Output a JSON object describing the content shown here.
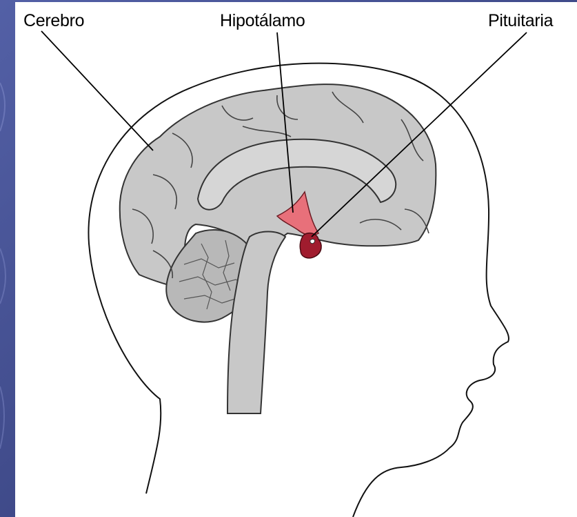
{
  "labels": {
    "cerebro": "Cerebro",
    "hipotalamo": "Hipotálamo",
    "pituitaria": "Pituitaria"
  },
  "colors": {
    "slide_background": "#3f4a8a",
    "brain_fill": "#c8c8c8",
    "hypothalamus": "#e8707a",
    "pituitary": "#a01c2e"
  }
}
